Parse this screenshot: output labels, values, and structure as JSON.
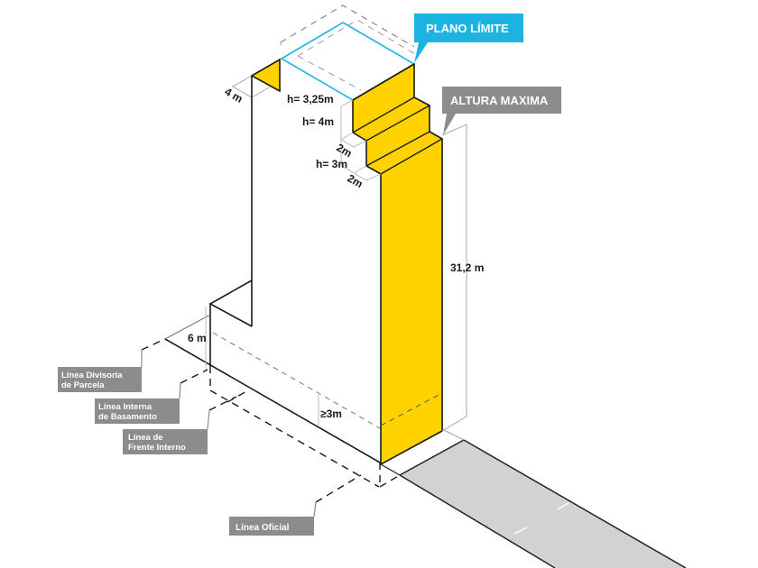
{
  "colors": {
    "yellow": "#FFD200",
    "cyan": "#1BB4E2",
    "label_gray": "#8C8C8C",
    "sidewalk": "#D2D2D2"
  },
  "callouts": {
    "plano_limite": "PLANO LÍMITE",
    "altura_maxima": "ALTURA MAXIMA"
  },
  "dimensions": {
    "setback_top": "4 m",
    "h1": "h= 3,25m",
    "h2": "h= 4m",
    "step1": "2m",
    "h3": "h= 3m",
    "step2": "2m",
    "total_height": "31,2 m",
    "base_height": "6 m",
    "min_height": "≥3m"
  },
  "lines": {
    "divisoria": [
      "Línea Divisoria",
      "de Parcela"
    ],
    "basamento": [
      "Línea Interna",
      "de Basamento"
    ],
    "frente_interno": [
      "Línea de",
      "Frente Interno"
    ],
    "oficial": "Línea Oficial"
  }
}
